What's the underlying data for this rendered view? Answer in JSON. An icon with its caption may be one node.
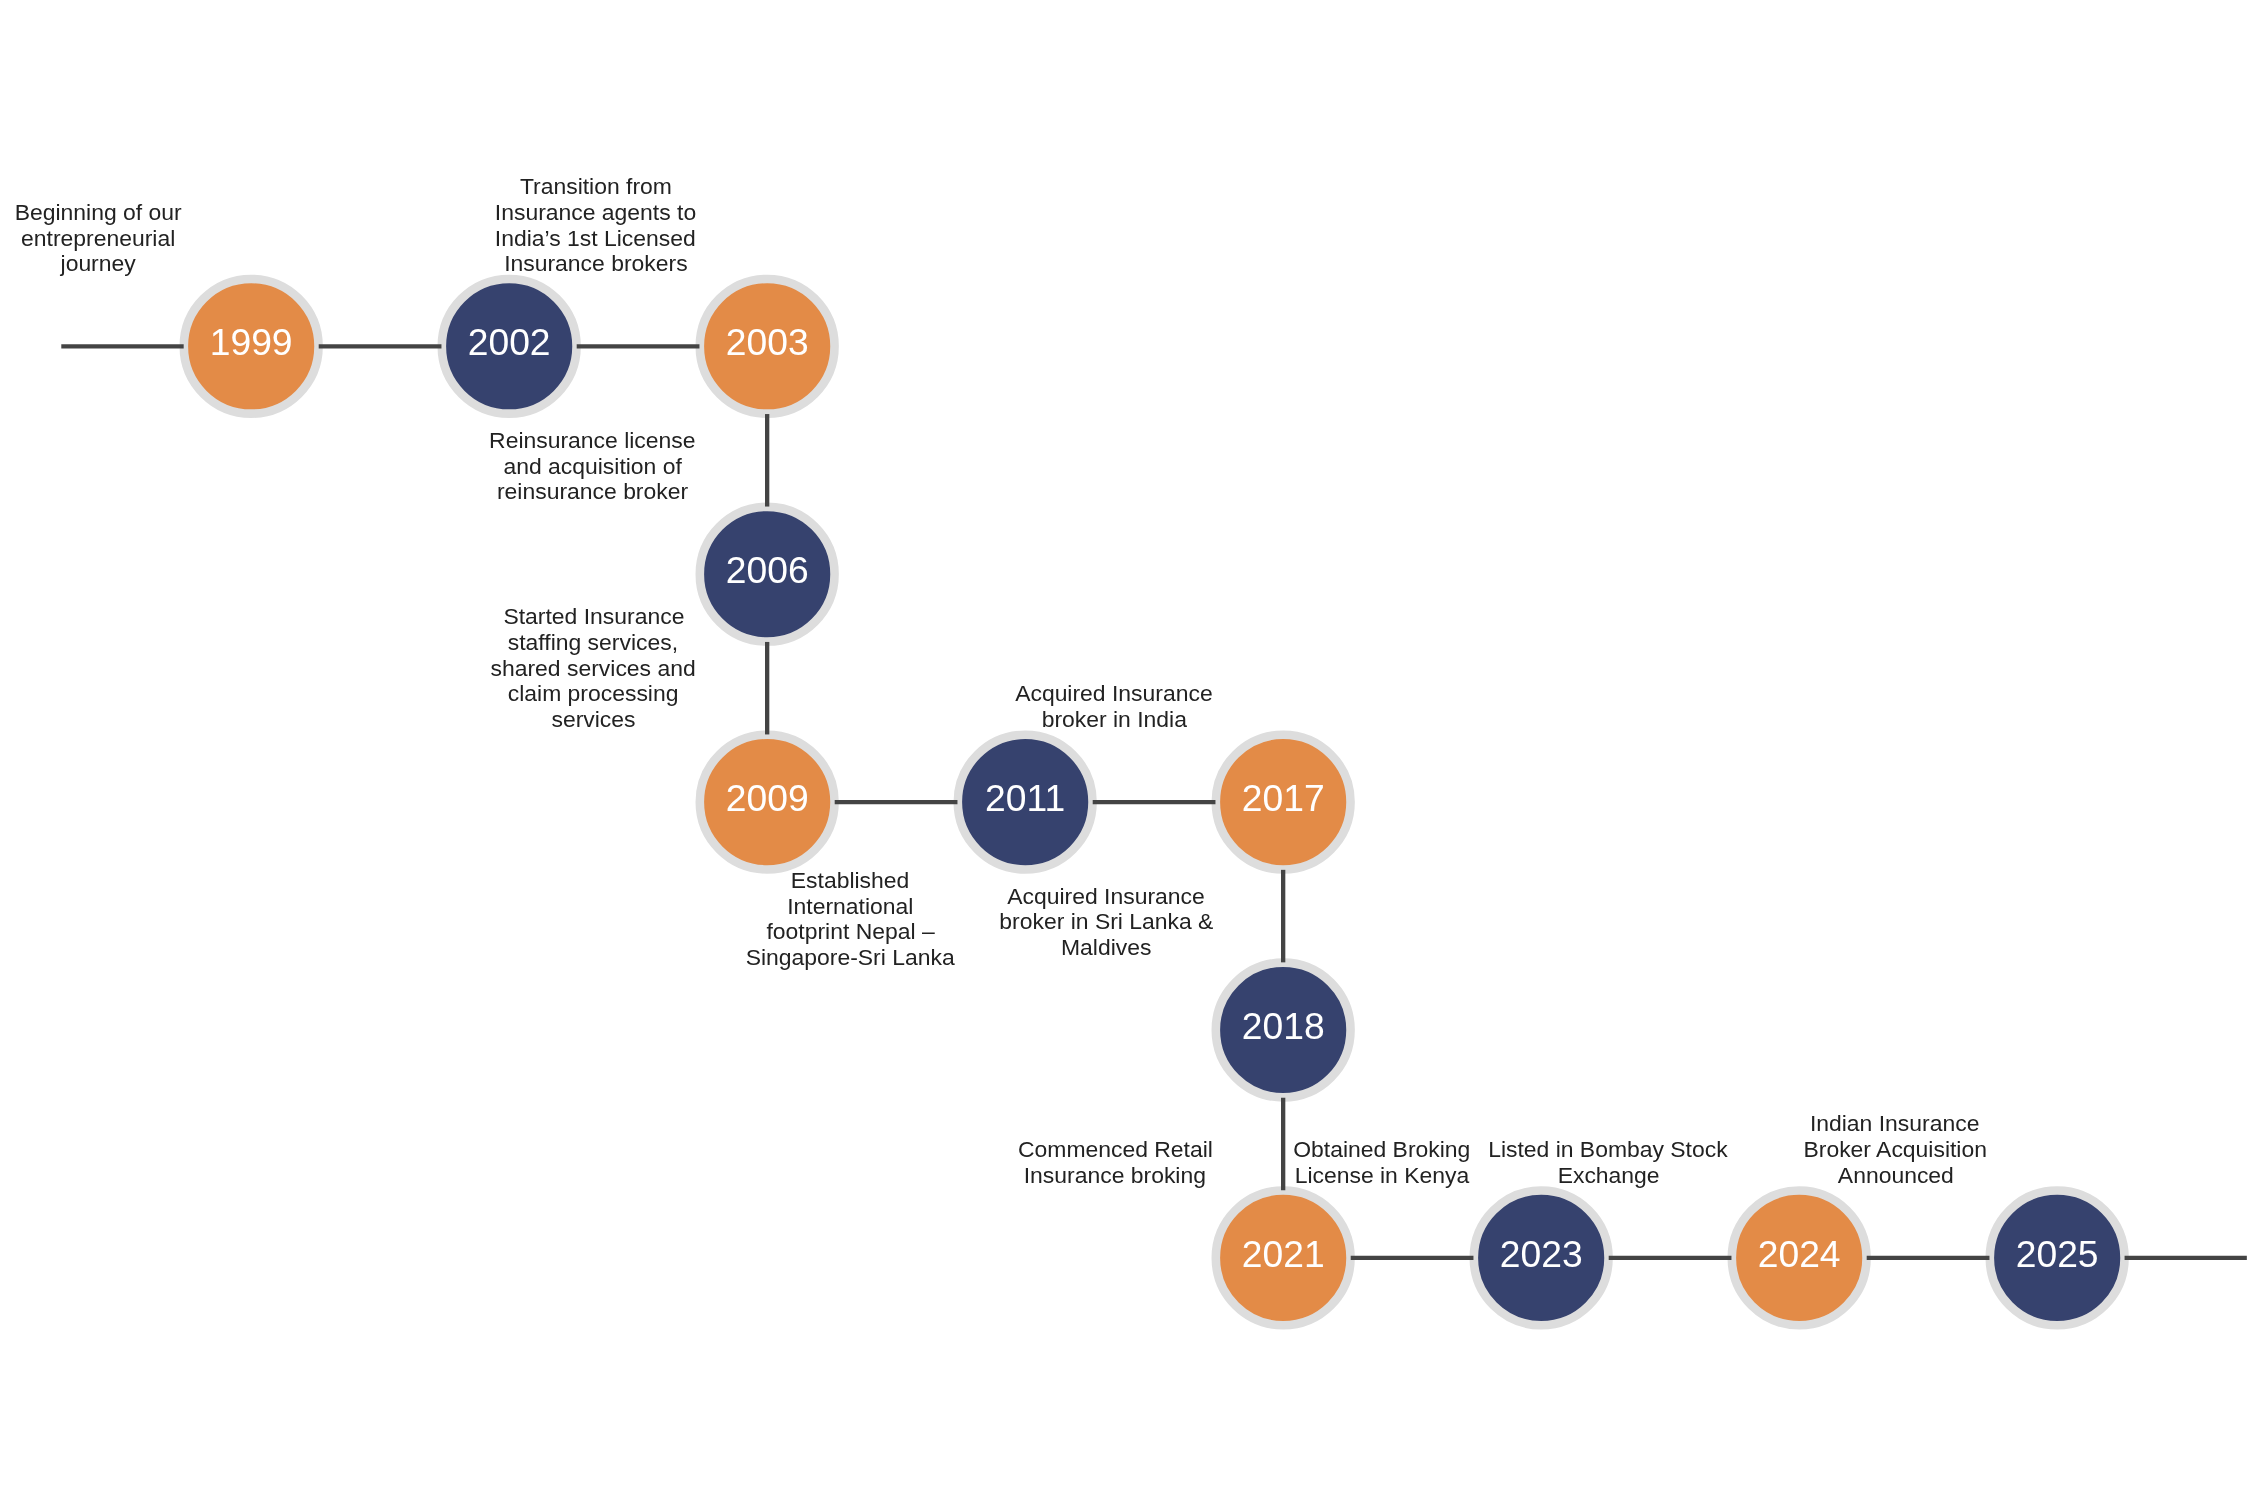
{
  "diagram": {
    "nodes": [
      {
        "text": [
          "1999"
        ],
        "beside": [
          "Beginning of our entrepreneurial journey"
        ]
      },
      {
        "text": [
          "2002"
        ]
      },
      {
        "text": [
          "2003"
        ],
        "beside": [
          "Transition from Insurance agents to India’s 1st Licensed Insurance brokers"
        ]
      },
      {
        "text": [
          "2006"
        ],
        "beside": [
          "Reinsurance license and acquisition of reinsurance broker"
        ]
      },
      {
        "text": [
          "2009"
        ],
        "beside": [
          "Started Insurance staffing services, shared services and claim processing services"
        ]
      },
      {
        "text": [
          "2011"
        ],
        "beside": [
          "Established International footprint Nepal – Singapore-Sri Lanka"
        ]
      },
      {
        "text": [
          "2017"
        ],
        "beside": [
          "Acquired Insurance broker in India"
        ]
      },
      {
        "text": [
          "2018"
        ],
        "beside": [
          "Acquired Insurance broker in Sri Lanka & Maldives"
        ]
      },
      {
        "text": [
          "2021"
        ],
        "beside": [
          "Commenced Retail Insurance broking"
        ]
      },
      {
        "text": [
          "2023"
        ],
        "beside": [
          "Obtained Broking License in Kenya"
        ]
      },
      {
        "text": [
          "2024"
        ],
        "beside": [
          "Listed in Bombay Stock Exchange"
        ]
      },
      {
        "text": [
          "2025"
        ],
        "beside": [
          "Indian Insurance Broker Acquisition Announced"
        ]
      }
    ],
    "edges": [
      {
        "from": null,
        "to": 0,
        "arrow": "none"
      },
      {
        "from": 0,
        "to": 1,
        "arrow": "none"
      },
      {
        "from": 1,
        "to": 2,
        "arrow": "none"
      },
      {
        "from": 2,
        "to": 3,
        "arrow": "none"
      },
      {
        "from": 3,
        "to": 4,
        "arrow": "none"
      },
      {
        "from": 4,
        "to": 5,
        "arrow": "none"
      },
      {
        "from": 5,
        "to": 6,
        "arrow": "none"
      },
      {
        "from": 6,
        "to": 7,
        "arrow": "none"
      },
      {
        "from": 7,
        "to": 8,
        "arrow": "none"
      },
      {
        "from": 8,
        "to": 9,
        "arrow": "none"
      },
      {
        "from": 9,
        "to": 10,
        "arrow": "none"
      },
      {
        "from": 10,
        "to": 11,
        "arrow": "none"
      },
      {
        "from": 11,
        "to": null,
        "arrow": "none"
      }
    ]
  }
}
